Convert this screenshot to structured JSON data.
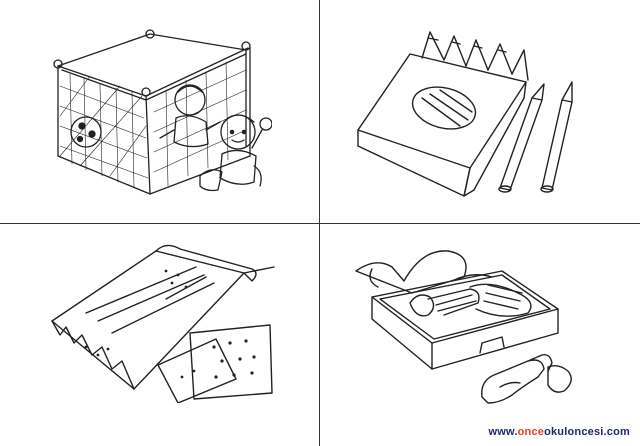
{
  "watermark": {
    "prefix": "www.",
    "brand": "once",
    "suffix": "okuloncesi.com"
  },
  "panels": [
    {
      "icon": "playpen-icon"
    },
    {
      "icon": "crayon-box-icon"
    },
    {
      "icon": "crackers-package-icon"
    },
    {
      "icon": "lunchbox-icon"
    }
  ],
  "colors": {
    "line": "#222222",
    "background": "#ffffff",
    "watermark_dark": "#1f2a6b",
    "watermark_accent": "#e0402a"
  }
}
